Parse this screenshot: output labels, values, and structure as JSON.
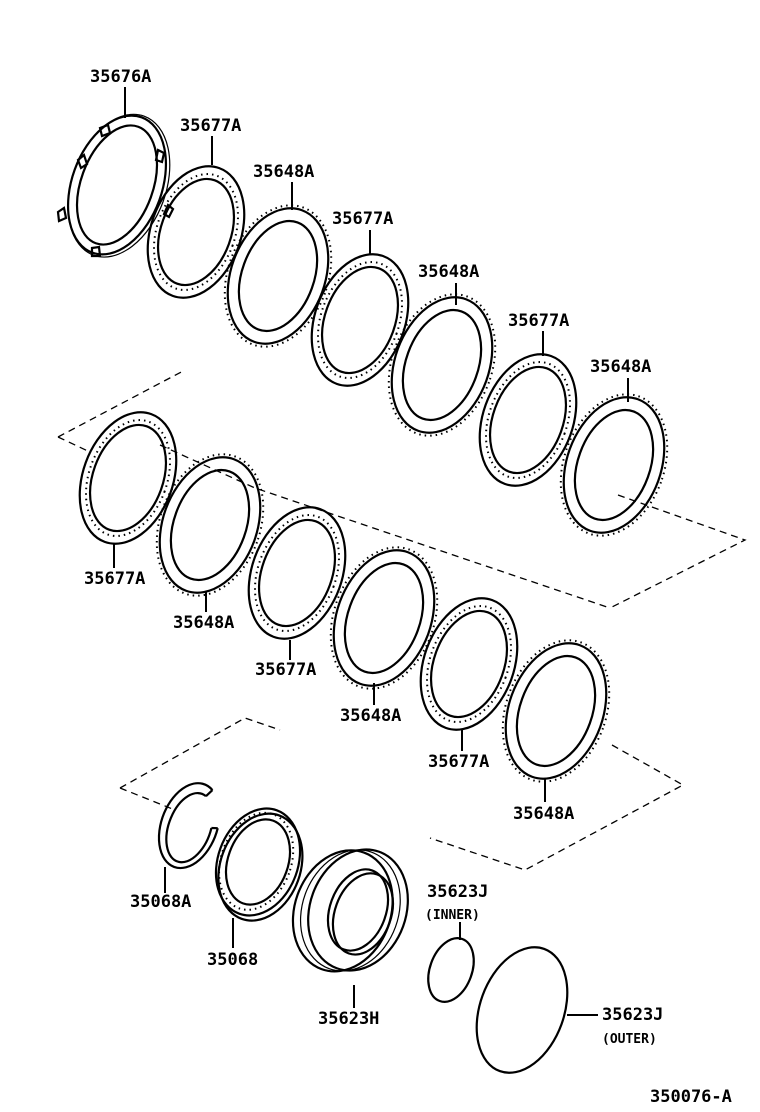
{
  "diagram_code": "350076-A",
  "labels": {
    "p1": "35676A",
    "p2": "35677A",
    "p3": "35648A",
    "p4": "35677A",
    "p5": "35648A",
    "p6": "35677A",
    "p7": "35648A",
    "p8": "35677A",
    "p9": "35648A",
    "p10": "35677A",
    "p11": "35648A",
    "p12": "35677A",
    "p13": "35648A",
    "p14": "35068A",
    "p15": "35068",
    "p16": "35623H",
    "p17": "35623J",
    "p17_note": "(INNER)",
    "p18": "35623J",
    "p18_note": "(OUTER)"
  }
}
